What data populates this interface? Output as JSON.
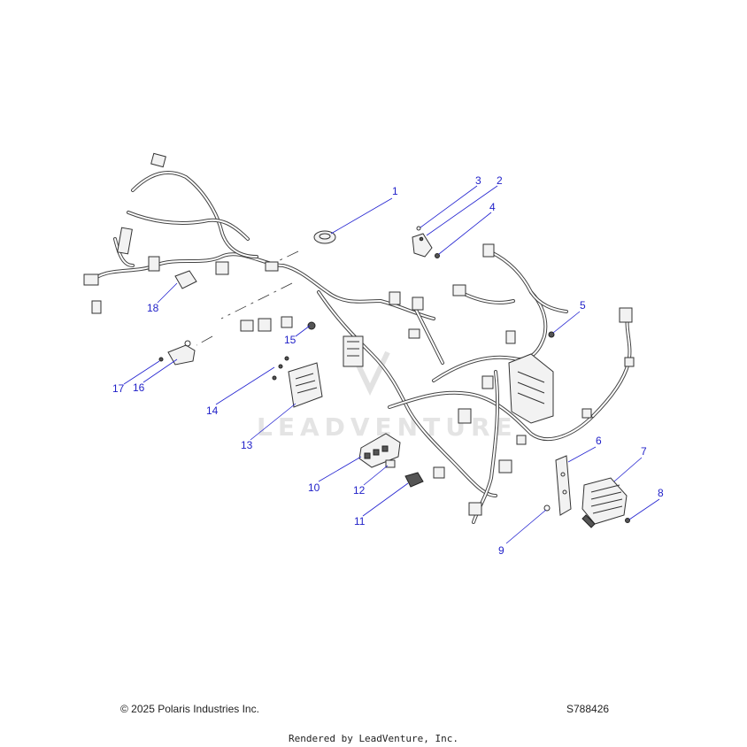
{
  "callouts": [
    "1",
    "2",
    "3",
    "4",
    "5",
    "6",
    "7",
    "8",
    "9",
    "10",
    "11",
    "12",
    "13",
    "14",
    "15",
    "16",
    "17",
    "18"
  ],
  "watermark": "LEADVENTURE",
  "footer": {
    "copyright": "© 2025 Polaris Industries Inc.",
    "diagram_id": "S788426",
    "rendered_by": "Rendered by LeadVenture, Inc."
  },
  "colors": {
    "callout": "#1f1fc8",
    "line_art": "#333333",
    "background": "#ffffff"
  }
}
